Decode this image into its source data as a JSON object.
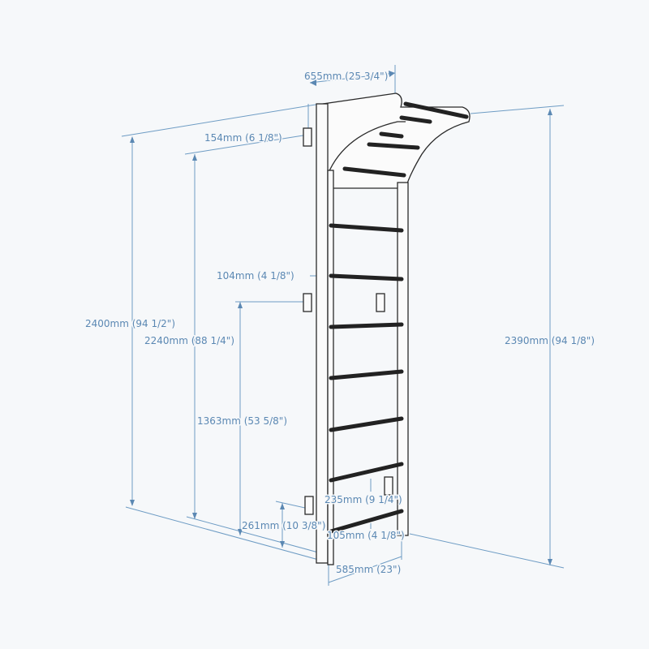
{
  "dimensions": {
    "top_depth": "655mm (25 3/4\")",
    "bracket_offset_top": "154mm (6 1/8\")",
    "bracket_offset_mid": "104mm (4 1/8\")",
    "total_height": "2400mm (94 1/2\")",
    "top_bracket_height": "2240mm (88 1/4\")",
    "front_height": "2390mm (94 1/8\")",
    "mid_bracket_height": "1363mm (53 5/8\")",
    "rung_spacing": "235mm (9 1/4\")",
    "bottom_bracket_height": "261mm (10 3/8\")",
    "first_rung_height": "105mm (4 1/8\")",
    "width": "585mm (23\")"
  },
  "colors": {
    "dimension": "#5b88b3",
    "background": "#f6f8fa",
    "outline": "#2a2a2a"
  }
}
